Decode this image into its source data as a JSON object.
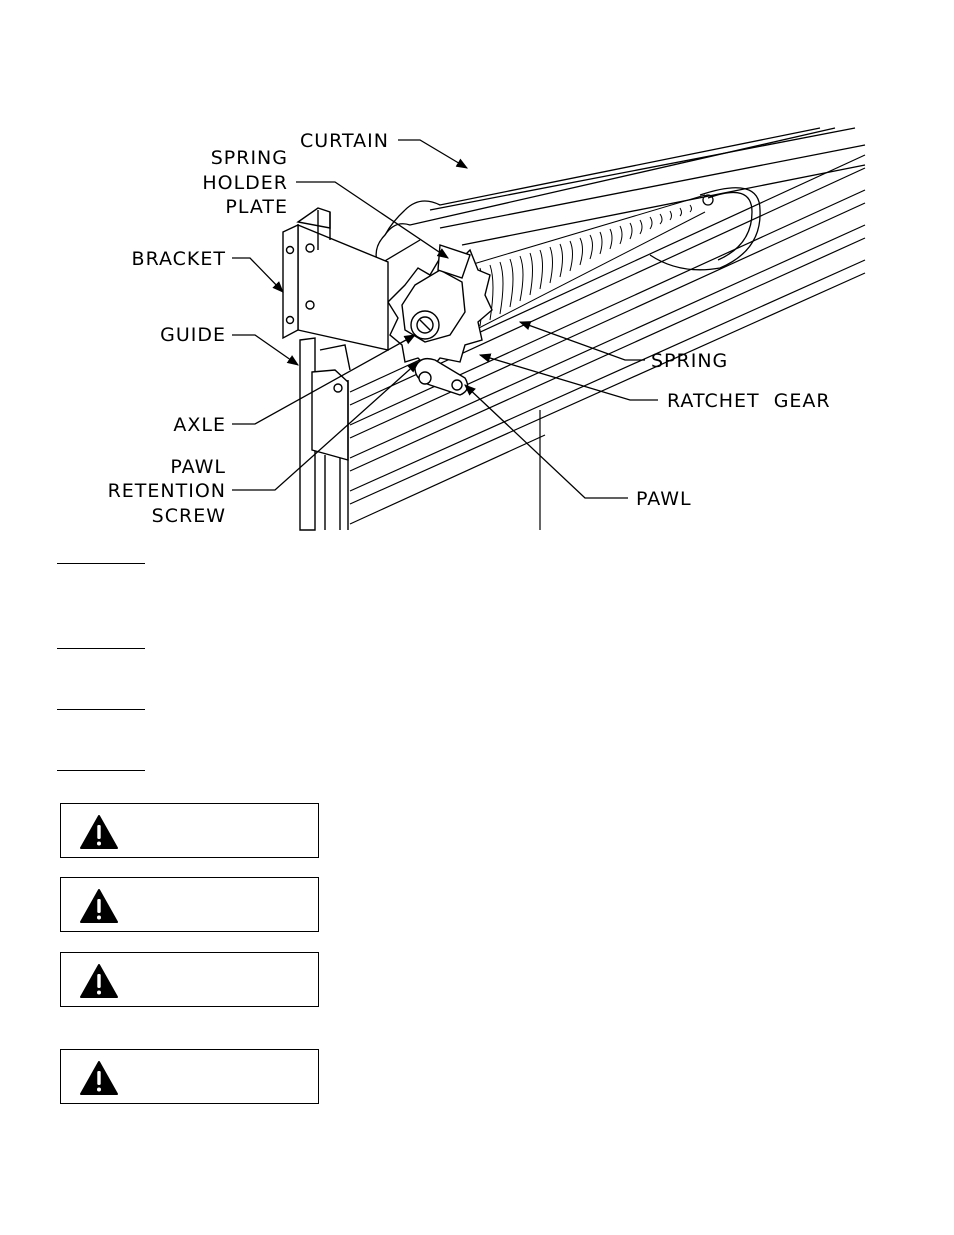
{
  "diagram": {
    "labels": {
      "curtain": "CURTAIN",
      "spring_holder_plate_1": "SPRING",
      "spring_holder_plate_2": "HOLDER",
      "spring_holder_plate_3": "PLATE",
      "bracket": "BRACKET",
      "guide": "GUIDE",
      "axle": "AXLE",
      "pawl_retention_screw_1": "PAWL",
      "pawl_retention_screw_2": "RETENTION",
      "pawl_retention_screw_3": "SCREW",
      "spring": "SPRING",
      "ratchet_gear": "RATCHET  GEAR",
      "pawl": "PAWL"
    }
  },
  "steps": [
    {
      "label": ""
    },
    {
      "label": ""
    },
    {
      "label": ""
    },
    {
      "label": ""
    }
  ],
  "warnings": [
    {
      "icon": "warning-triangle-icon"
    },
    {
      "icon": "warning-triangle-icon"
    },
    {
      "icon": "warning-triangle-icon"
    },
    {
      "icon": "warning-triangle-icon"
    }
  ]
}
